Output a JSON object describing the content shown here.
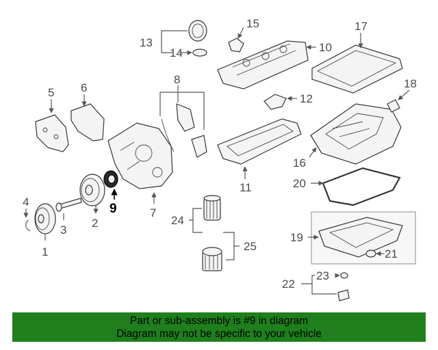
{
  "diagram": {
    "callouts": {
      "c1": "1",
      "c2": "2",
      "c3": "3",
      "c4": "4",
      "c5": "5",
      "c6": "6",
      "c7": "7",
      "c8": "8",
      "c9": "9",
      "c10": "10",
      "c11": "11",
      "c12": "12",
      "c13": "13",
      "c14": "14",
      "c15": "15",
      "c16": "16",
      "c17": "17",
      "c18": "18",
      "c19": "19",
      "c20": "20",
      "c21": "21",
      "c22": "22",
      "c23": "23",
      "c24": "24",
      "c25": "25"
    },
    "highlighted_part": "9"
  },
  "footer": {
    "line1": "Part or sub-assembly is #9 in diagram",
    "line2": "Diagram may not be specific to your vehicle",
    "background_color": "#1e7f1c"
  }
}
